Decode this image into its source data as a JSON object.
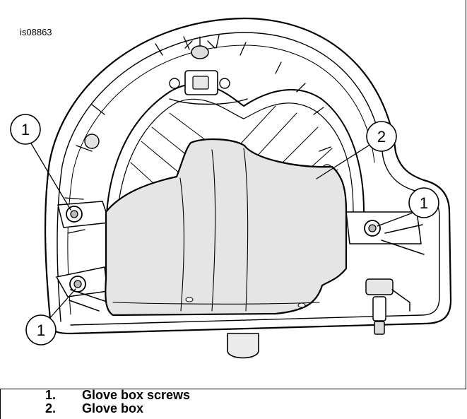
{
  "figure": {
    "id": "is08863",
    "callouts": [
      {
        "key": "screw_upper_left",
        "text": "1"
      },
      {
        "key": "glove_box",
        "text": "2"
      },
      {
        "key": "screw_right",
        "text": "1"
      },
      {
        "key": "screw_lower_left",
        "text": "1"
      }
    ]
  },
  "legend": [
    {
      "num": "1.",
      "label": "Glove box screws"
    },
    {
      "num": "2.",
      "label": "Glove box"
    }
  ]
}
